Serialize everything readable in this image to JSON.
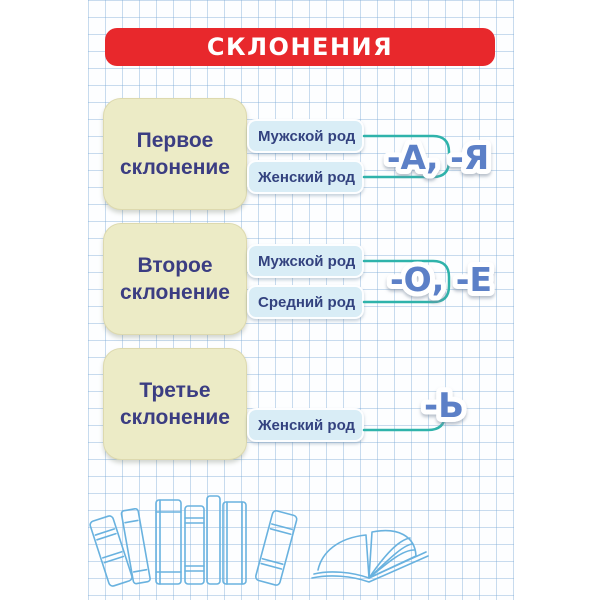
{
  "banner": {
    "label": "СКЛОНЕНИЯ"
  },
  "groups": [
    {
      "title_line1": "Первое",
      "title_line2": "склонение",
      "genders": [
        "Мужской род",
        "Женский род"
      ],
      "ending": "-А, -Я"
    },
    {
      "title_line1": "Второе",
      "title_line2": "склонение",
      "genders": [
        "Мужской род",
        "Средний род"
      ],
      "ending": "-О, -Е"
    },
    {
      "title_line1": "Третье",
      "title_line2": "склонение",
      "genders": [
        "Женский род"
      ],
      "ending": "-Ь"
    }
  ],
  "colors": {
    "banner_red": "#e8282c",
    "banner_text": "#ffffff",
    "card_bg": "#ecebc6",
    "card_text": "#3b3d82",
    "pill_bg": "#d9edf6",
    "pill_text": "#33427f",
    "connector_teal": "#2fb3ab",
    "ending_blue": "#5b80c7",
    "grid_line_blue": "#bdd8ec",
    "sketch_blue": "#69b2df"
  },
  "decor": {
    "books_illustration": "books-row-and-open-book-sketch"
  }
}
